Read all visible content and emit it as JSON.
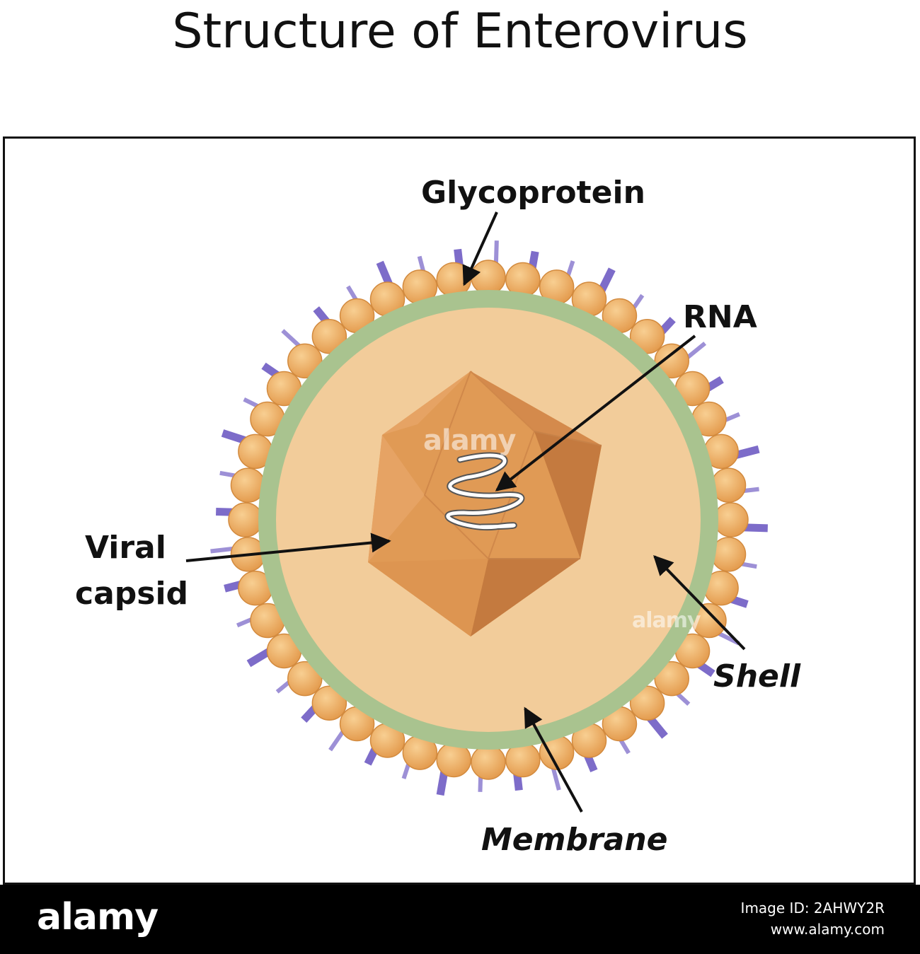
{
  "title": "Structure of Enterovirus",
  "labels": {
    "glycoprotein": "Glycoprotein",
    "rna": "RNA",
    "viral_capsid_line1": "Viral",
    "viral_capsid_line2": "capsid",
    "shell": "Shell",
    "membrane": "Membrane"
  },
  "watermark": "alamy",
  "footer": {
    "brand": "alamy",
    "image_id": "Image ID: 2AHWY2R",
    "site": "www.alamy.com"
  },
  "colors": {
    "background": "#ffffff",
    "frame": "#111111",
    "spike": "#7d6cc9",
    "bead": "#f0b46a",
    "bead_edge": "#d28a3e",
    "membrane": "#a9c38f",
    "shell": "#f2cc9a",
    "capsid_light": "#e09a55",
    "capsid_dark": "#c47a3f",
    "rna": "#ffffff",
    "arrow": "#111111"
  }
}
